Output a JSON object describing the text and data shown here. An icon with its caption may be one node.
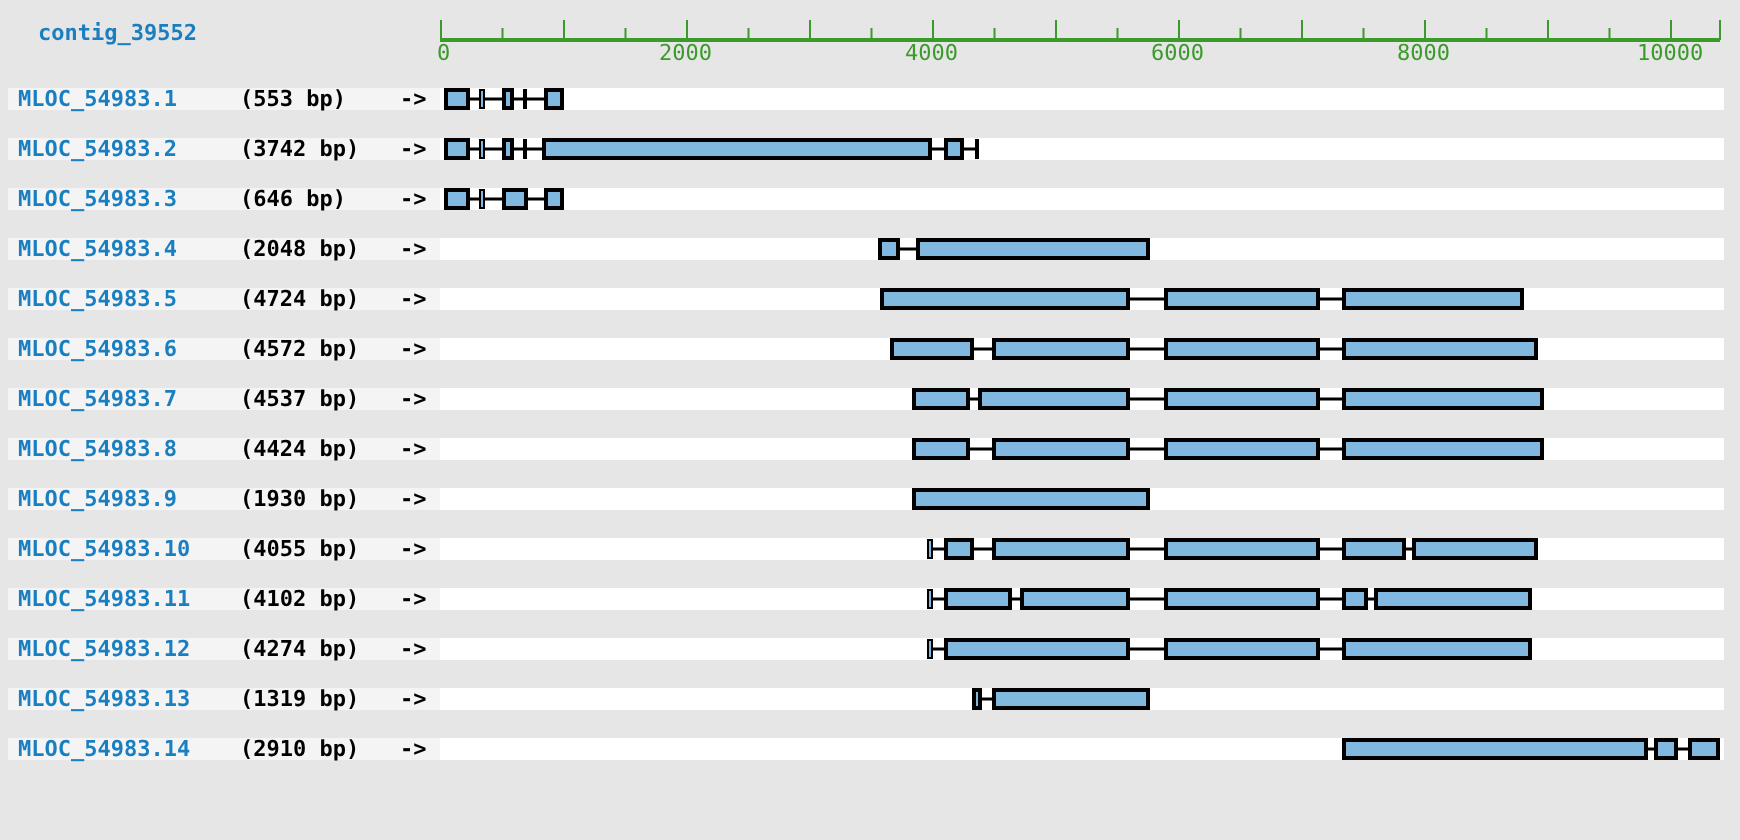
{
  "diagram": {
    "labels": [
      "contig_39552",
      "0",
      "2000",
      "4000",
      "6000",
      "8000",
      "10000",
      "MLOC_54983.1",
      "(553 bp)",
      "->",
      "MLOC_54983.2",
      "(3742 bp)",
      "->",
      "MLOC_54983.3",
      "(646 bp)",
      "->",
      "MLOC_54983.4",
      "(2048 bp)",
      "->",
      "MLOC_54983.5",
      "(4724 bp)",
      "->",
      "MLOC_54983.6",
      "(4572 bp)",
      "->",
      "MLOC_54983.7",
      "(4537 bp)",
      "->",
      "MLOC_54983.8",
      "(4424 bp)",
      "->",
      "MLOC_54983.9",
      "(1930 bp)",
      "->",
      "MLOC_54983.10",
      "(4055 bp)",
      "->",
      "MLOC_54983.11",
      "(4102 bp)",
      "->",
      "MLOC_54983.12",
      "(4274 bp)",
      "->",
      "MLOC_54983.13",
      "(1319 bp)",
      "->",
      "MLOC_54983.14",
      "(2910 bp)",
      "->"
    ]
  }
}
